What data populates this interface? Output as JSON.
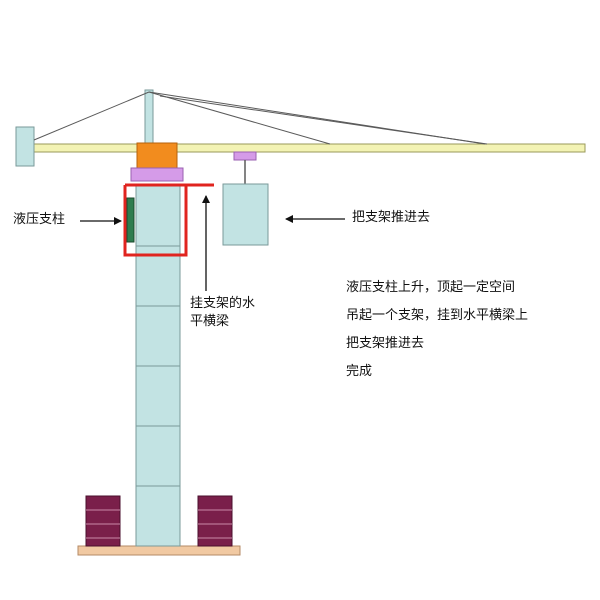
{
  "labels": {
    "hydraulic_support": "液压支柱",
    "push_frame": "把支架推进去",
    "hang_beam_line1": "挂支架的水",
    "hang_beam_line2": "平横梁"
  },
  "steps": [
    "液压支柱上升，顶起一定空间",
    "吊起一个支架，挂到水平横梁上",
    "把支架推进去",
    "完成"
  ],
  "colors": {
    "mast": "#c2e3e3",
    "outline": "#7a9a9a",
    "jib": "#f3f3b4",
    "slewing": "#f28c1e",
    "climbing_frame": "#d59be8",
    "highlight": "#e0241f",
    "cylinder": "#2e7d4f",
    "ballast": "#7a1f4a",
    "base": "#f1c9a2",
    "cable": "#5a5a5a",
    "arrow": "#111111"
  },
  "mast_sections": 5
}
